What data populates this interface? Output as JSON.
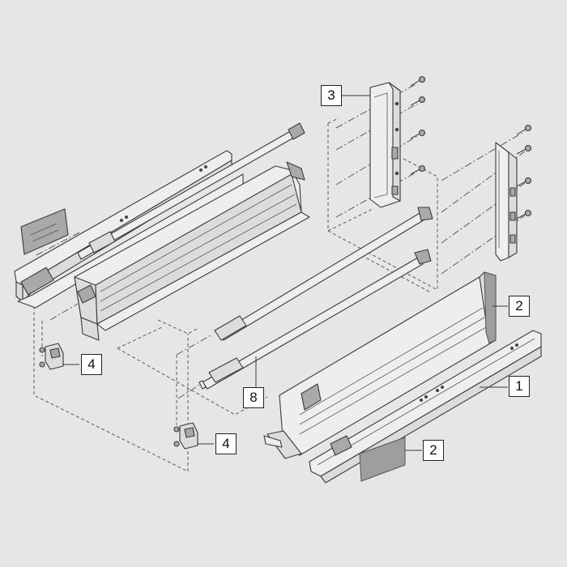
{
  "callouts": {
    "c3": "3",
    "c2_top": "2",
    "c1": "1",
    "c4_left": "4",
    "c8": "8",
    "c4_bottom": "4",
    "c2_bottom": "2"
  },
  "colors": {
    "background": "#e6e6e6",
    "line": "#3a3a3a",
    "part_fill": "#dcdcdc",
    "pad_fill": "#9e9e9e",
    "callout_fill": "#ffffff"
  }
}
